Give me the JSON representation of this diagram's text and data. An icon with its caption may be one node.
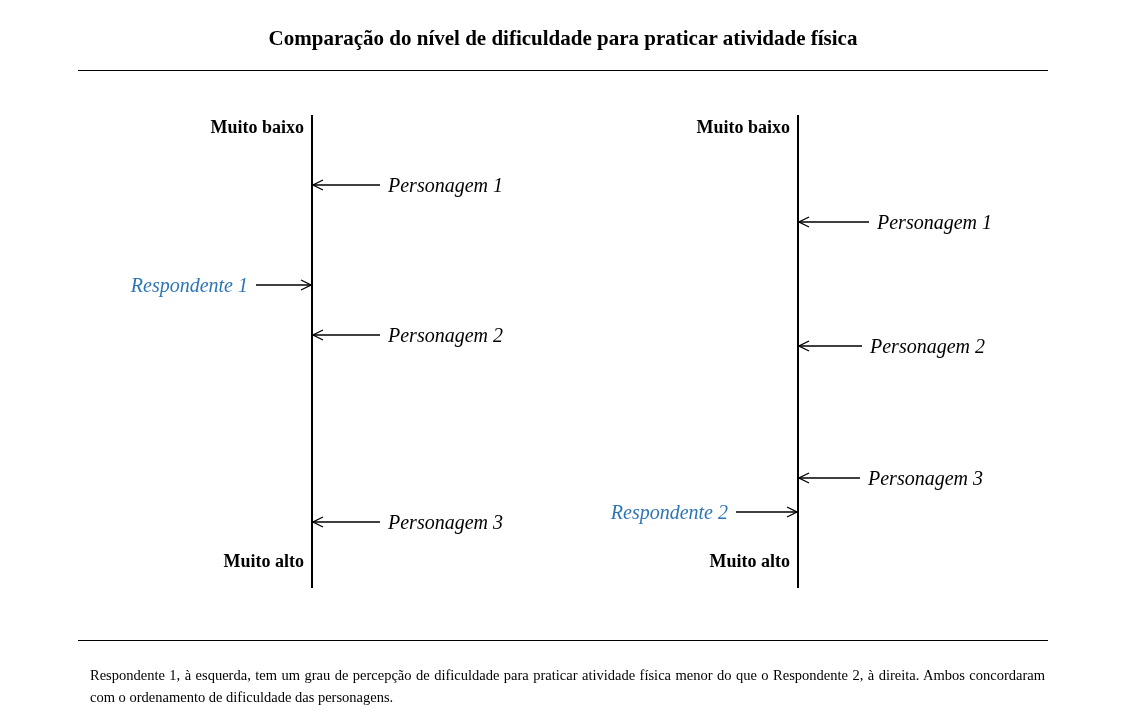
{
  "diagram": {
    "title": "Comparação do nível de dificuldade  para praticar atividade física",
    "caption": "Respondente 1, à esquerda,  tem um grau de percepção de dificuldade para praticar atividade física menor do que o Respondente  2, à direita. Ambos concordaram com o ordenamento  de dificuldade  das personagens.",
    "nodes": [
      {
        "text": [],
        "shape": "bar"
      },
      {
        "text": [
          "Personagem 1"
        ]
      },
      {
        "text": [
          "Respondente 1"
        ]
      },
      {
        "text": [
          "Personagem 2"
        ]
      },
      {
        "text": [
          "Personagem 3"
        ]
      },
      {
        "text": [],
        "shape": "bar"
      },
      {
        "text": [
          "Personagem 1"
        ]
      },
      {
        "text": [
          "Personagem 2"
        ]
      },
      {
        "text": [
          "Personagem 3"
        ]
      },
      {
        "text": [
          "Respondente 2"
        ]
      }
    ],
    "edges": [
      {
        "from": 1,
        "to": 0,
        "arrow": "to"
      },
      {
        "from": 2,
        "to": 0,
        "arrow": "to"
      },
      {
        "from": 3,
        "to": 0,
        "arrow": "to"
      },
      {
        "from": 4,
        "to": 0,
        "arrow": "to"
      },
      {
        "from": 6,
        "to": 5,
        "arrow": "to"
      },
      {
        "from": 7,
        "to": 5,
        "arrow": "to"
      },
      {
        "from": 8,
        "to": 5,
        "arrow": "to"
      },
      {
        "from": 9,
        "to": 5,
        "arrow": "to"
      }
    ],
    "labels": [
      "Muito baixo",
      "Muito baixo",
      "Muito alto",
      "Muito alto"
    ]
  }
}
